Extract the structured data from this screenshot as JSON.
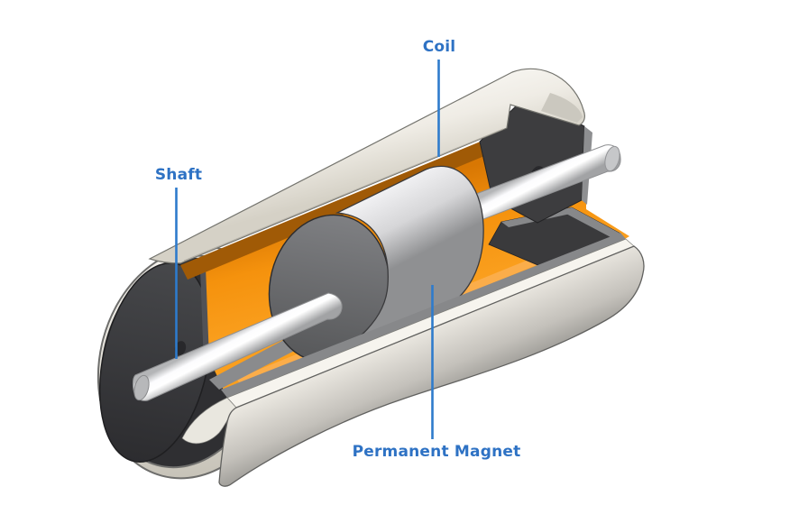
{
  "diagram": {
    "subject": "motor-cutaway",
    "labels": {
      "coil": {
        "text": "Coil"
      },
      "shaft": {
        "text": "Shaft"
      },
      "permanent_magnet": {
        "text": "Permanent Magnet"
      }
    },
    "colors": {
      "background": "#FFFFFF",
      "label_text_blue": "#2E72C4",
      "leader_line_blue": "#2E7BCC",
      "coil_orange": "#F5920D",
      "coil_shadow_orange": "#A05A06",
      "shell_cream": "#EDEAE3",
      "housing_dark_gray": "#3D3D3F",
      "magnet_body_gray": "#C9C9CB",
      "magnet_face_gray": "#6E6F71",
      "shaft_white": "#F8F8FA"
    }
  }
}
